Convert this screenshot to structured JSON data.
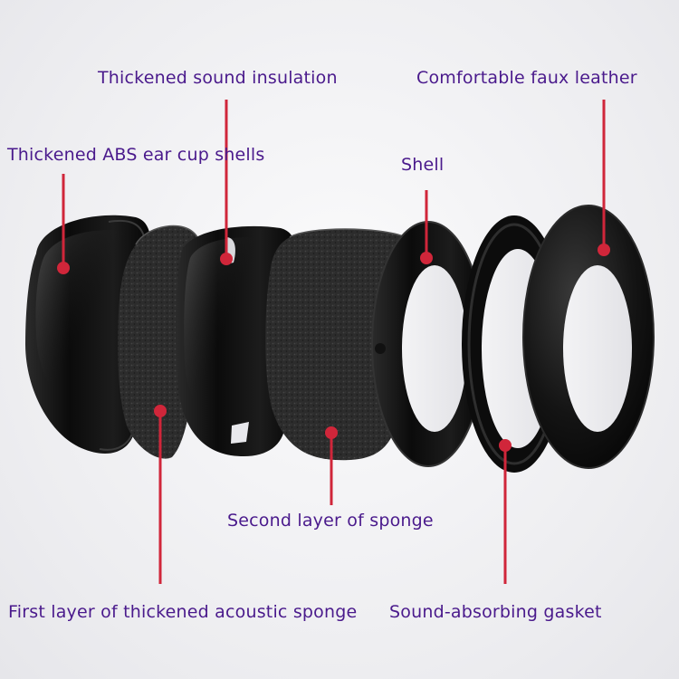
{
  "labels": {
    "thickened_abs_ear_cup_shells": "Thickened ABS ear cup shells",
    "thickened_sound_insulation": "Thickened sound insulation",
    "comfortable_faux_leather": "Comfortable faux leather",
    "shell": "Shell",
    "second_layer_of_sponge": "Second layer of sponge",
    "first_layer_of_thickened_acoustic_sponge": "First layer of thickened acoustic sponge",
    "sound_absorbing_gasket": "Sound-absorbing gasket"
  },
  "colors": {
    "label_text": "#4a1a8c",
    "leader_line": "#d0263a",
    "background": "#efeff2",
    "part_black": "#141414",
    "sponge_dark": "#2a2a2a"
  }
}
